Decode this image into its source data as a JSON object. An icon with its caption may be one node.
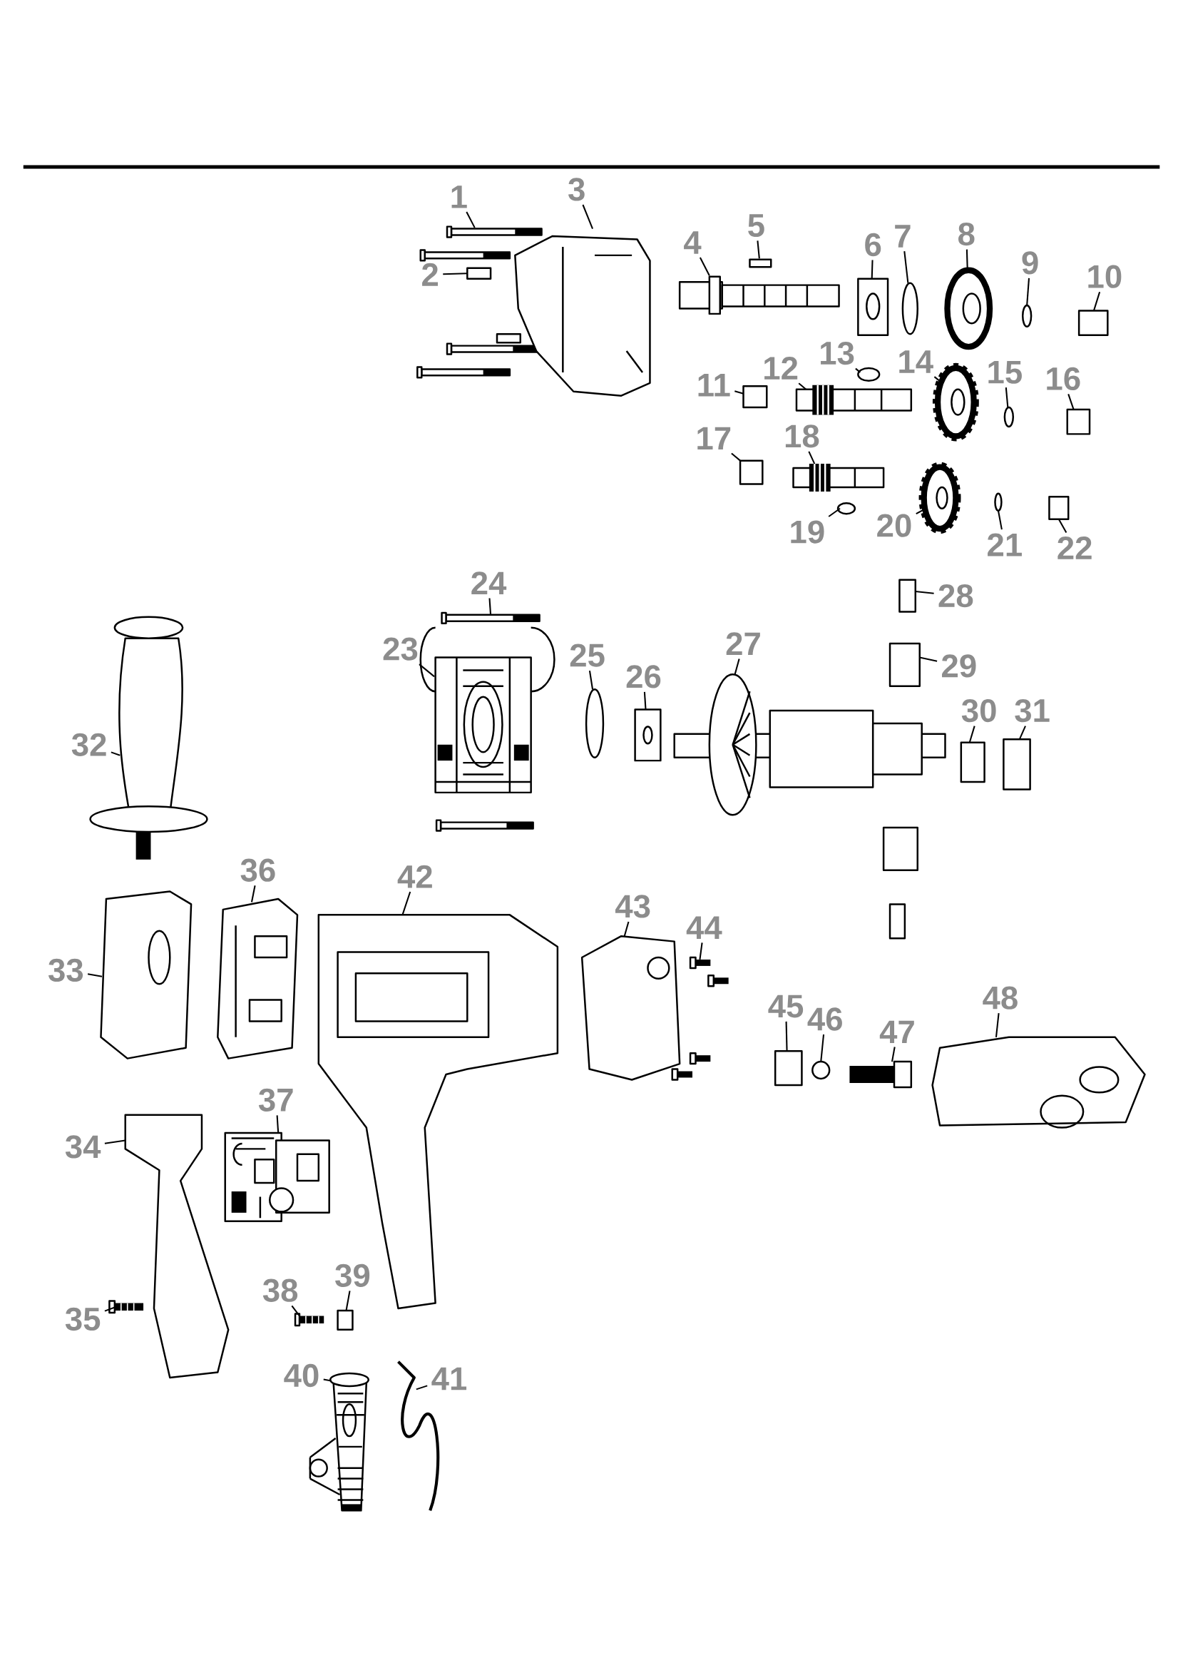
{
  "diagram": {
    "nodes": [
      {
        "text": [
          "1"
        ]
      },
      {
        "text": [
          "2"
        ]
      },
      {
        "text": [
          "3"
        ]
      },
      {
        "text": [
          "4"
        ]
      },
      {
        "text": [
          "5"
        ]
      },
      {
        "text": [
          "6"
        ]
      },
      {
        "text": [
          "7"
        ]
      },
      {
        "text": [
          "8"
        ]
      },
      {
        "text": [
          "9"
        ]
      },
      {
        "text": [
          "10"
        ]
      },
      {
        "text": [
          "11"
        ]
      },
      {
        "text": [
          "12"
        ]
      },
      {
        "text": [
          "13"
        ]
      },
      {
        "text": [
          "14"
        ]
      },
      {
        "text": [
          "15"
        ]
      },
      {
        "text": [
          "16"
        ]
      },
      {
        "text": [
          "17"
        ]
      },
      {
        "text": [
          "18"
        ]
      },
      {
        "text": [
          "19"
        ]
      },
      {
        "text": [
          "20"
        ]
      },
      {
        "text": [
          "21"
        ]
      },
      {
        "text": [
          "22"
        ]
      },
      {
        "text": [
          "23"
        ]
      },
      {
        "text": [
          "24"
        ]
      },
      {
        "text": [
          "25"
        ]
      },
      {
        "text": [
          "26"
        ]
      },
      {
        "text": [
          "27"
        ]
      },
      {
        "text": [
          "28"
        ]
      },
      {
        "text": [
          "29"
        ]
      },
      {
        "text": [
          "30"
        ]
      },
      {
        "text": [
          "31"
        ]
      },
      {
        "text": [
          "32"
        ]
      },
      {
        "text": [
          "33"
        ]
      },
      {
        "text": [
          "34"
        ]
      },
      {
        "text": [
          "35"
        ]
      },
      {
        "text": [
          "36"
        ]
      },
      {
        "text": [
          "37"
        ]
      },
      {
        "text": [
          "38"
        ]
      },
      {
        "text": [
          "39"
        ]
      },
      {
        "text": [
          "40"
        ]
      },
      {
        "text": [
          "41"
        ]
      },
      {
        "text": [
          "42"
        ]
      },
      {
        "text": [
          "43"
        ]
      },
      {
        "text": [
          "44"
        ]
      },
      {
        "text": [
          "45"
        ]
      },
      {
        "text": [
          "46"
        ]
      },
      {
        "text": [
          "47"
        ]
      },
      {
        "text": [
          "48"
        ]
      },
      {
        "text": [],
        "shape": "picture"
      },
      {
        "text": [],
        "shape": "box"
      },
      {
        "text": [],
        "shape": "picture"
      },
      {
        "text": [],
        "shape": "picture"
      },
      {
        "text": [],
        "shape": "box"
      },
      {
        "text": [],
        "shape": "picture"
      },
      {
        "text": [],
        "shape": "circle"
      },
      {
        "text": [],
        "shape": "picture"
      },
      {
        "text": [],
        "shape": "circle"
      },
      {
        "text": [],
        "shape": "box"
      },
      {
        "text": [],
        "shape": "box"
      },
      {
        "text": [],
        "shape": "picture"
      },
      {
        "text": [],
        "shape": "circle"
      },
      {
        "text": [],
        "shape": "picture"
      },
      {
        "text": [],
        "shape": "circle"
      },
      {
        "text": [],
        "shape": "box"
      },
      {
        "text": [],
        "shape": "box"
      },
      {
        "text": [],
        "shape": "picture"
      },
      {
        "text": [],
        "shape": "circle"
      },
      {
        "text": [],
        "shape": "picture"
      },
      {
        "text": [],
        "shape": "circle"
      },
      {
        "text": [],
        "shape": "box"
      },
      {
        "text": [],
        "shape": "picture"
      },
      {
        "text": [],
        "shape": "picture"
      },
      {
        "text": [],
        "shape": "circle"
      },
      {
        "text": [],
        "shape": "picture"
      },
      {
        "text": [],
        "shape": "picture"
      },
      {
        "text": [],
        "shape": "box"
      },
      {
        "text": [],
        "shape": "box"
      },
      {
        "text": [],
        "shape": "box"
      },
      {
        "text": [],
        "shape": "box"
      },
      {
        "text": [],
        "shape": "picture"
      },
      {
        "text": [],
        "shape": "picture"
      },
      {
        "text": [],
        "shape": "picture"
      },
      {
        "text": [],
        "shape": "picture"
      },
      {
        "text": [],
        "shape": "picture"
      },
      {
        "text": [],
        "shape": "picture"
      },
      {
        "text": [],
        "shape": "picture"
      },
      {
        "text": [],
        "shape": "box"
      },
      {
        "text": [],
        "shape": "picture"
      },
      {
        "text": [],
        "shape": "picture"
      },
      {
        "text": [],
        "shape": "picture"
      },
      {
        "text": [],
        "shape": "picture"
      },
      {
        "text": [],
        "shape": "picture"
      },
      {
        "text": [],
        "shape": "box"
      },
      {
        "text": [],
        "shape": "circle"
      },
      {
        "text": [],
        "shape": "picture"
      },
      {
        "text": [],
        "shape": "picture"
      }
    ],
    "edges": [
      {
        "from": 0,
        "to": 48,
        "arrow": "none"
      },
      {
        "from": 1,
        "to": 49,
        "arrow": "none"
      },
      {
        "from": 2,
        "to": 50,
        "arrow": "none"
      },
      {
        "from": 3,
        "to": 51,
        "arrow": "none"
      },
      {
        "from": 4,
        "to": 52,
        "arrow": "none"
      },
      {
        "from": 5,
        "to": 53,
        "arrow": "none"
      },
      {
        "from": 6,
        "to": 54,
        "arrow": "none"
      },
      {
        "from": 7,
        "to": 55,
        "arrow": "none"
      },
      {
        "from": 8,
        "to": 56,
        "arrow": "none"
      },
      {
        "from": 9,
        "to": 57,
        "arrow": "none"
      },
      {
        "from": 10,
        "to": 58,
        "arrow": "none"
      },
      {
        "from": 11,
        "to": 59,
        "arrow": "none"
      },
      {
        "from": 12,
        "to": 60,
        "arrow": "none"
      },
      {
        "from": 13,
        "to": 61,
        "arrow": "none"
      },
      {
        "from": 14,
        "to": 62,
        "arrow": "none"
      },
      {
        "from": 15,
        "to": 63,
        "arrow": "none"
      },
      {
        "from": 16,
        "to": 64,
        "arrow": "none"
      },
      {
        "from": 17,
        "to": 65,
        "arrow": "none"
      },
      {
        "from": 18,
        "to": 66,
        "arrow": "none"
      },
      {
        "from": 19,
        "to": 67,
        "arrow": "none"
      },
      {
        "from": 20,
        "to": 68,
        "arrow": "none"
      },
      {
        "from": 21,
        "to": 69,
        "arrow": "none"
      },
      {
        "from": 22,
        "to": 70,
        "arrow": "none"
      },
      {
        "from": 23,
        "to": 71,
        "arrow": "none"
      },
      {
        "from": 24,
        "to": 72,
        "arrow": "none"
      },
      {
        "from": 25,
        "to": 73,
        "arrow": "none"
      },
      {
        "from": 26,
        "to": 74,
        "arrow": "none"
      },
      {
        "from": 27,
        "to": 75,
        "arrow": "none"
      },
      {
        "from": 28,
        "to": 76,
        "arrow": "none"
      },
      {
        "from": 29,
        "to": 77,
        "arrow": "none"
      },
      {
        "from": 30,
        "to": 78,
        "arrow": "none"
      },
      {
        "from": 31,
        "to": 79,
        "arrow": "none"
      },
      {
        "from": 32,
        "to": 80,
        "arrow": "none"
      },
      {
        "from": 33,
        "to": 81,
        "arrow": "none"
      },
      {
        "from": 34,
        "to": 82,
        "arrow": "none"
      },
      {
        "from": 35,
        "to": 83,
        "arrow": "none"
      },
      {
        "from": 36,
        "to": 84,
        "arrow": "none"
      },
      {
        "from": 37,
        "to": 85,
        "arrow": "none"
      },
      {
        "from": 38,
        "to": 86,
        "arrow": "none"
      },
      {
        "from": 39,
        "to": 87,
        "arrow": "none"
      },
      {
        "from": 40,
        "to": 88,
        "arrow": "none"
      },
      {
        "from": 41,
        "to": 89,
        "arrow": "none"
      },
      {
        "from": 42,
        "to": 90,
        "arrow": "none"
      },
      {
        "from": 43,
        "to": 91,
        "arrow": "none"
      },
      {
        "from": 44,
        "to": 92,
        "arrow": "none"
      },
      {
        "from": 45,
        "to": 93,
        "arrow": "none"
      },
      {
        "from": 46,
        "to": 94,
        "arrow": "none"
      },
      {
        "from": 47,
        "to": 95,
        "arrow": "none"
      }
    ]
  }
}
